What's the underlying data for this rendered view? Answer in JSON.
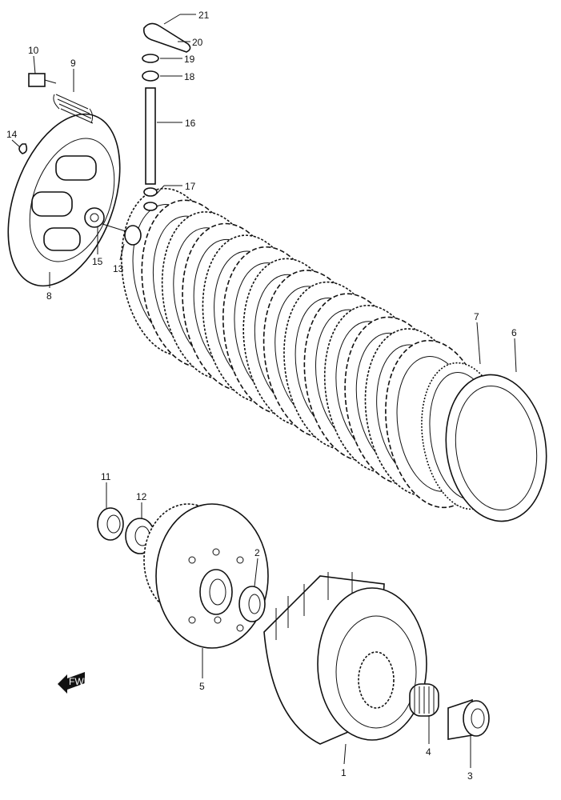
{
  "diagram": {
    "title": "Clutch exploded view",
    "direction_marker": "FWD",
    "callouts": [
      "1",
      "2",
      "3",
      "4",
      "5",
      "6",
      "7",
      "8",
      "9",
      "10",
      "11",
      "12",
      "13",
      "14",
      "15",
      "16",
      "17",
      "18",
      "19",
      "20",
      "21"
    ]
  }
}
